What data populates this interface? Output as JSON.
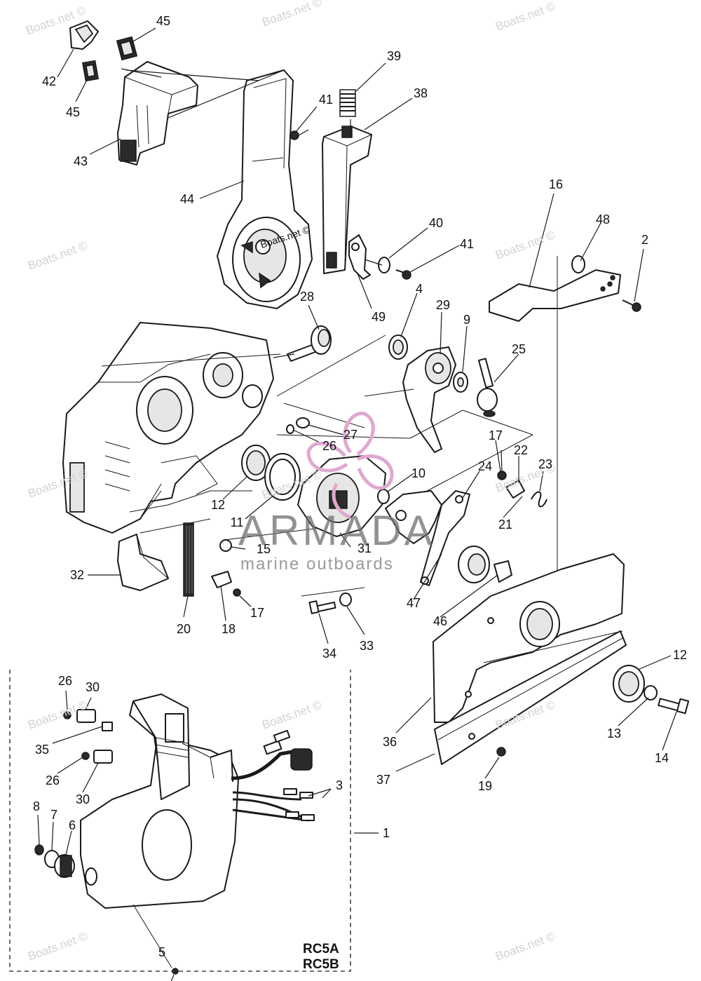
{
  "watermark": "Boats.net ©",
  "center_watermark": "Boats.net ©",
  "logo": {
    "name": "ARMADA",
    "tagline": "marine outboards",
    "mark_color": "#e0a8d0"
  },
  "model_codes": [
    "RC5A",
    "RC5B"
  ],
  "labels": {
    "n45a": "45",
    "n42": "42",
    "n45b": "45",
    "n43": "43",
    "n39": "39",
    "n41a": "41",
    "n38": "38",
    "n44": "44",
    "n40": "40",
    "n41b": "41",
    "n49": "49",
    "n16": "16",
    "n48": "48",
    "n2": "2",
    "n28": "28",
    "n4": "4",
    "n29": "29",
    "n9": "9",
    "n25": "25",
    "n27": "27",
    "n26a": "26",
    "n17a": "17",
    "n22": "22",
    "n23": "23",
    "n24": "24",
    "n10": "10",
    "n12a": "12",
    "n11": "11",
    "n21": "21",
    "n15": "15",
    "n31": "31",
    "n32": "32",
    "n47": "47",
    "n46": "46",
    "n17b": "17",
    "n20": "20",
    "n18": "18",
    "n34": "34",
    "n33": "33",
    "n12b": "12",
    "n36": "36",
    "n13": "13",
    "n14": "14",
    "n37": "37",
    "n19": "19",
    "n26b": "26",
    "n30a": "30",
    "n35": "35",
    "n26c": "26",
    "n30b": "30",
    "n3": "3",
    "n8": "8",
    "n7": "7",
    "n6": "6",
    "n1": "1",
    "n5": "5"
  }
}
